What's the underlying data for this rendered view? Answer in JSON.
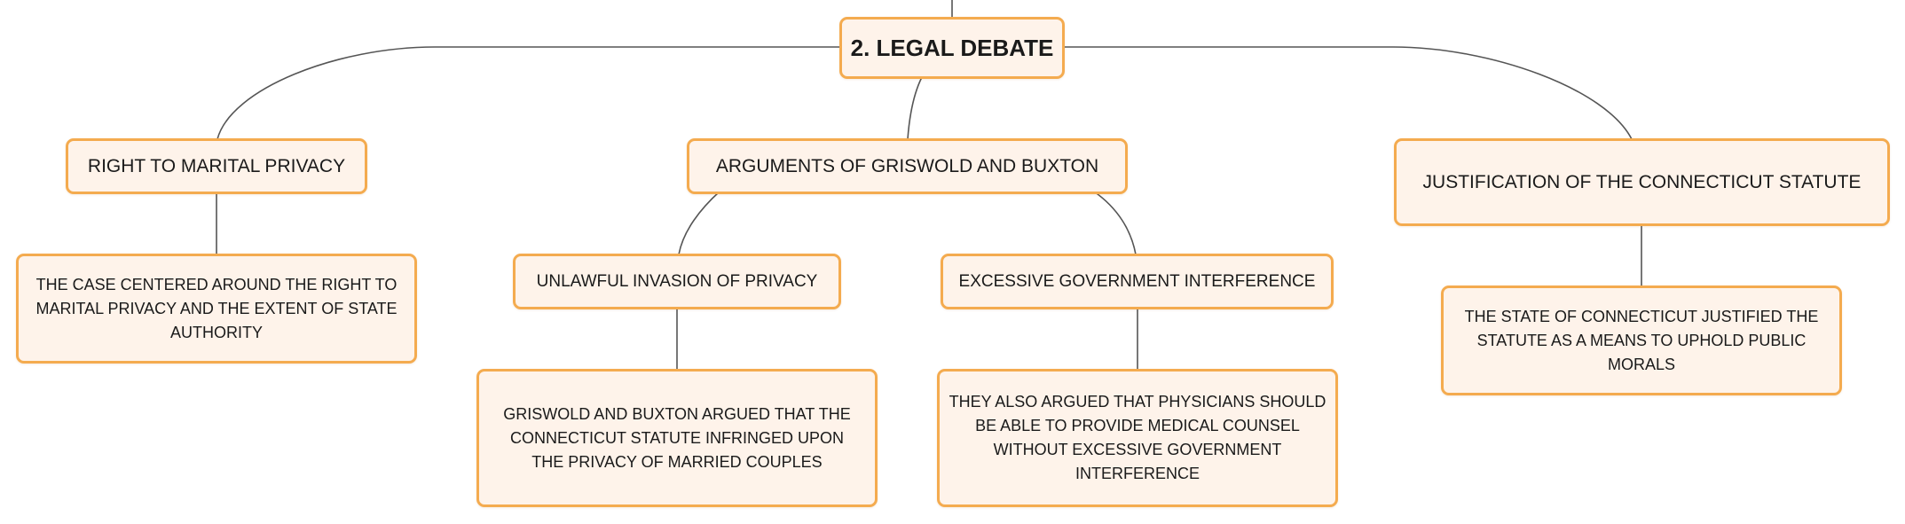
{
  "root": {
    "label": "2. LEGAL DEBATE"
  },
  "branches": {
    "marital_privacy": {
      "label": "RIGHT TO MARITAL PRIVACY",
      "detail": "THE CASE CENTERED AROUND THE RIGHT TO MARITAL PRIVACY AND THE EXTENT OF STATE AUTHORITY"
    },
    "arguments": {
      "label": "ARGUMENTS OF GRISWOLD AND BUXTON",
      "invasion": {
        "label": "UNLAWFUL INVASION OF PRIVACY",
        "detail": "GRISWOLD AND BUXTON ARGUED THAT THE CONNECTICUT STATUTE INFRINGED UPON THE PRIVACY OF MARRIED COUPLES"
      },
      "interference": {
        "label": "EXCESSIVE GOVERNMENT INTERFERENCE",
        "detail": "THEY ALSO ARGUED THAT PHYSICIANS SHOULD BE ABLE TO PROVIDE MEDICAL COUNSEL WITHOUT EXCESSIVE GOVERNMENT INTERFERENCE"
      }
    },
    "justification": {
      "label": "JUSTIFICATION OF THE CONNECTICUT STATUTE",
      "detail": "THE STATE OF CONNECTICUT JUSTIFIED THE STATUTE AS A MEANS TO UPHOLD PUBLIC MORALS"
    }
  },
  "colors": {
    "node_border": "#f4ab4f",
    "node_fill": "#fef3ea",
    "connector": "#555555"
  }
}
